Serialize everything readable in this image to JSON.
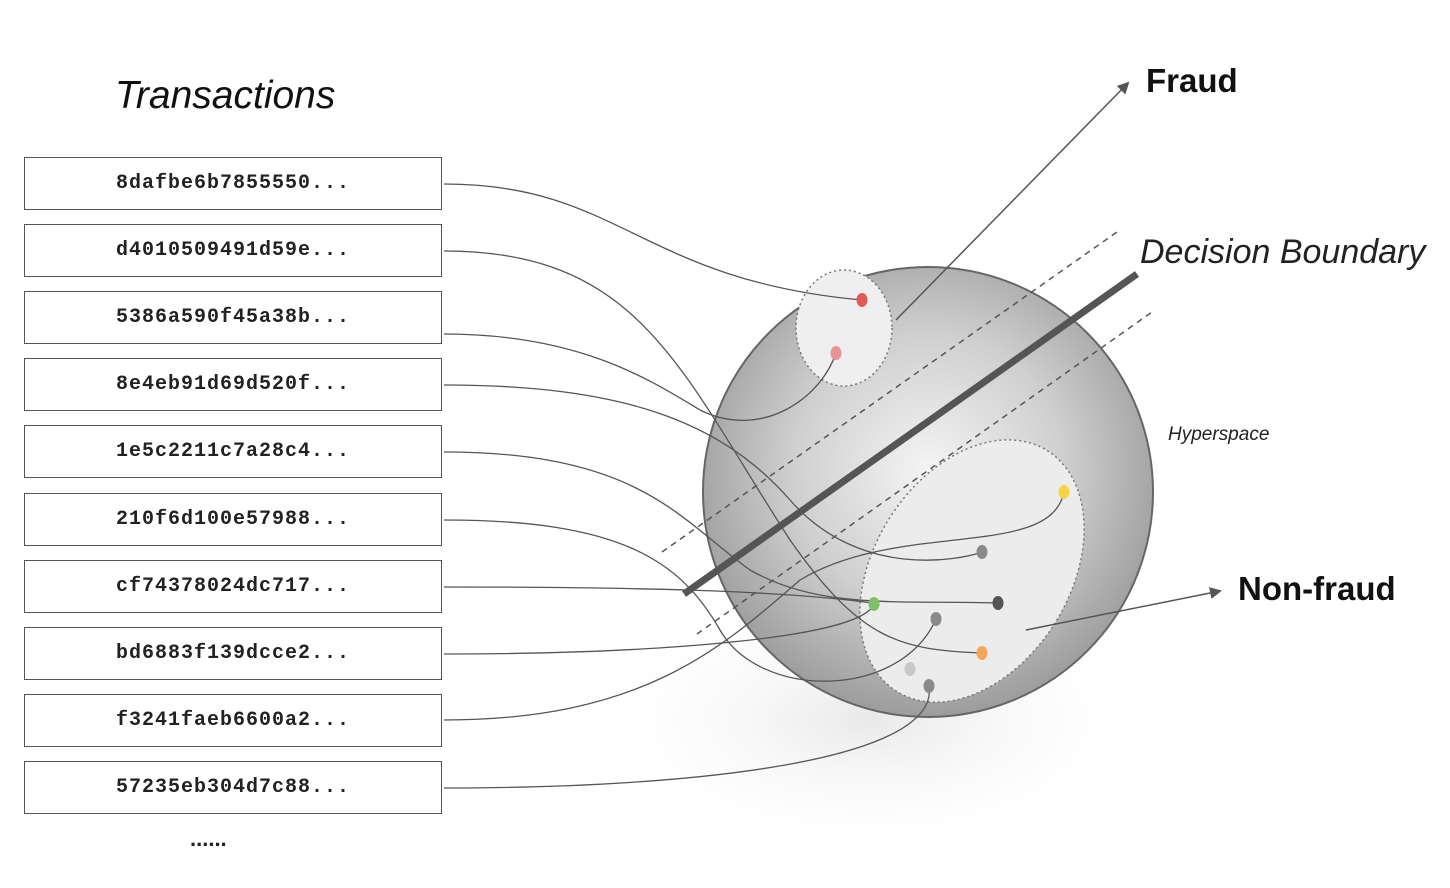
{
  "title": "Transactions",
  "transactions": [
    "8dafbe6b7855550...",
    "d4010509491d59e...",
    "5386a590f45a38b...",
    "8e4eb91d69d520f...",
    "1e5c2211c7a28c4...",
    "210f6d100e57988...",
    "cf74378024dc717...",
    "bd6883f139dcce2...",
    "f3241faeb6600a2...",
    "57235eb304d7c88..."
  ],
  "more_indicator": "......",
  "labels": {
    "fraud": "Fraud",
    "non_fraud": "Non-fraud",
    "decision_boundary": "Decision Boundary",
    "hyperspace": "Hyperspace"
  },
  "point_colors": {
    "fraud_1": "#e05a5a",
    "fraud_2": "#e89393",
    "nonfraud_yellow": "#f7d447",
    "nonfraud_green": "#7fbf6a",
    "nonfraud_orange": "#f6a55a",
    "nonfraud_dark": "#555555",
    "nonfraud_gray": "#8a8a8a",
    "nonfraud_light": "#c8c8c8"
  }
}
